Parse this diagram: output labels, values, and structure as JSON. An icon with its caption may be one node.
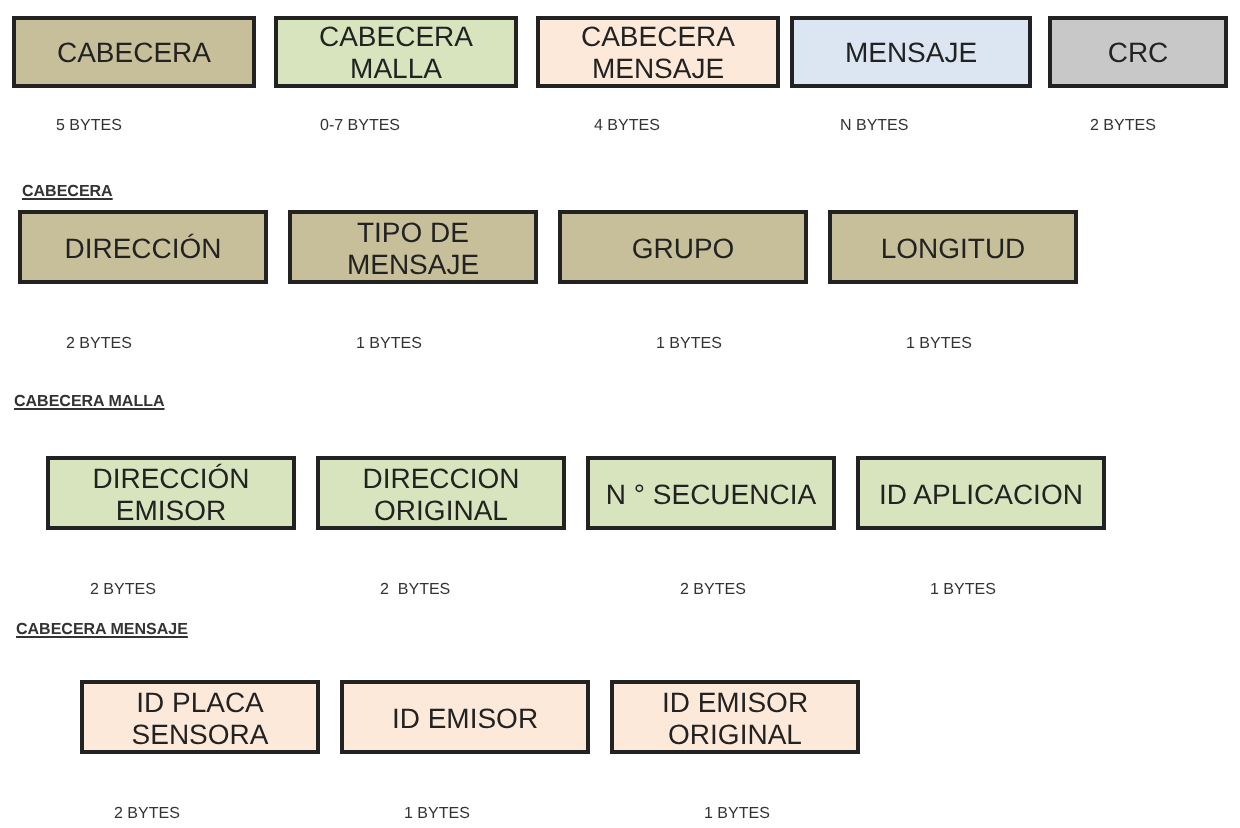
{
  "diagram": {
    "nodes": [
      {
        "text": [
          "CABECERA"
        ],
        "beside": [
          "5 BYTES"
        ]
      },
      {
        "text": [
          "CABECERA MALLA"
        ],
        "beside": [
          "0-7 BYTES"
        ]
      },
      {
        "text": [
          "CABECERA MENSAJE"
        ],
        "beside": [
          "4 BYTES"
        ]
      },
      {
        "text": [
          "MENSAJE"
        ],
        "beside": [
          "N BYTES"
        ]
      },
      {
        "text": [
          "CRC"
        ],
        "beside": [
          "2 BYTES"
        ]
      },
      {
        "text": [
          "DIRECCIÓN"
        ],
        "beside": [
          "2 BYTES"
        ]
      },
      {
        "text": [
          "TIPO DE MENSAJE"
        ],
        "beside": [
          "1 BYTES"
        ]
      },
      {
        "text": [
          "GRUPO"
        ],
        "beside": [
          "1 BYTES"
        ]
      },
      {
        "text": [
          "LONGITUD"
        ],
        "beside": [
          "1 BYTES"
        ]
      },
      {
        "text": [
          "DIRECCIÓN EMISOR"
        ],
        "beside": [
          "2 BYTES"
        ]
      },
      {
        "text": [
          "DIRECCION ORIGINAL"
        ],
        "beside": [
          "2  BYTES"
        ]
      },
      {
        "text": [
          "N ° SECUENCIA"
        ],
        "beside": [
          "2 BYTES"
        ]
      },
      {
        "text": [
          "ID APLICACION"
        ],
        "beside": [
          "1 BYTES"
        ]
      },
      {
        "text": [
          "ID PLACA SENSORA"
        ],
        "beside": [
          "2 BYTES"
        ]
      },
      {
        "text": [
          "ID EMISOR"
        ],
        "beside": [
          "1 BYTES"
        ]
      },
      {
        "text": [
          "ID EMISOR ORIGINAL"
        ],
        "beside": [
          "1 BYTES"
        ]
      }
    ],
    "labels": [
      "CABECERA",
      "CABECERA MALLA",
      "CABECERA MENSAJE"
    ]
  }
}
